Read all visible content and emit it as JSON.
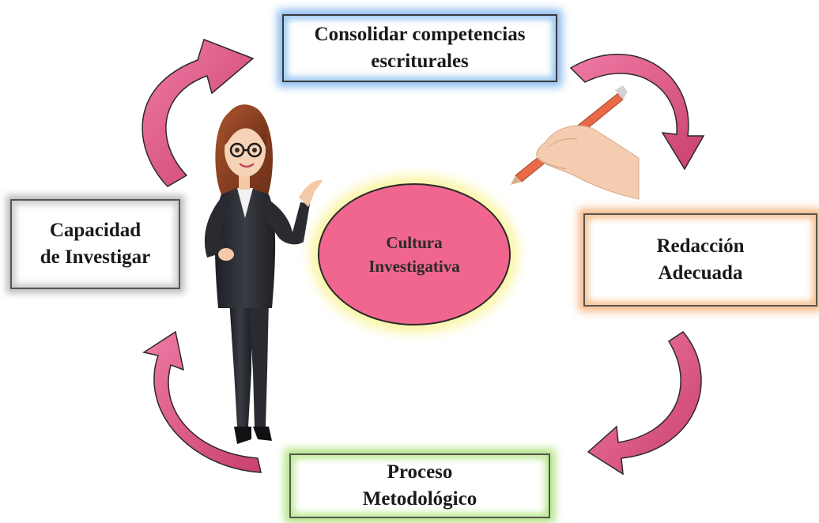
{
  "diagram": {
    "nodes": {
      "top": {
        "lines": [
          "Consolidar competencias",
          "escriturales"
        ]
      },
      "left": {
        "lines": [
          "Capacidad",
          "de Investigar"
        ]
      },
      "right": {
        "lines": [
          "Redacción",
          "Adecuada"
        ]
      },
      "bottom": {
        "lines": [
          "Proceso",
          "Metodológico"
        ]
      }
    },
    "center": {
      "lines": [
        "Cultura",
        "Investigativa"
      ]
    },
    "colors": {
      "center_fill": "#f0668f",
      "arrow_fill": "#e25a8a",
      "top_glow": "#78afeb",
      "left_glow": "#b4b4b4",
      "right_glow": "#f5af78",
      "bottom_glow": "#aae178"
    },
    "illustrations": [
      "businesswoman-illustration",
      "hand-writing-with-pencil-illustration"
    ]
  }
}
